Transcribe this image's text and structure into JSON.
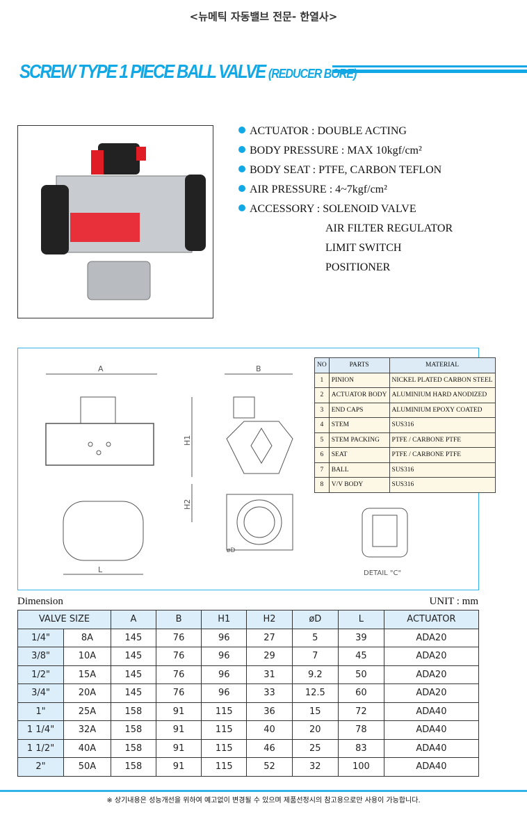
{
  "header": {
    "top_title": "<뉴메틱 자동밸브 전문- 한열사>",
    "title": "SCREW TYPE 1 PIECE BALL VALVE",
    "title_sub": "(REDUCER BORE)"
  },
  "specs": [
    {
      "text": "ACTUATOR : DOUBLE ACTING",
      "bullet": true
    },
    {
      "text": "BODY PRESSURE : MAX 10kgf/cm²",
      "bullet": true
    },
    {
      "text": "BODY SEAT : PTFE, CARBON TEFLON",
      "bullet": true
    },
    {
      "text": "AIR PRESSURE : 4~7kgf/cm²",
      "bullet": true
    },
    {
      "text": "ACCESSORY : SOLENOID VALVE",
      "bullet": true
    },
    {
      "text": "AIR FILTER REGULATOR",
      "bullet": false
    },
    {
      "text": "LIMIT SWITCH",
      "bullet": false
    },
    {
      "text": "POSITIONER",
      "bullet": false
    }
  ],
  "drawing": {
    "label_a": "A",
    "label_b": "B",
    "label_h1": "H1",
    "label_h2": "H2",
    "label_l": "L",
    "label_d": "øD",
    "detail": "DETAIL \"C\""
  },
  "parts": {
    "headers": [
      "NO",
      "PARTS",
      "MATERIAL"
    ],
    "rows": [
      [
        "1",
        "PINION",
        "NICKEL PLATED CARBON STEEL"
      ],
      [
        "2",
        "ACTUATOR BODY",
        "ALUMINIUM HARD  ANODIZED"
      ],
      [
        "3",
        "END CAPS",
        "ALUMINIUM EPOXY COATED"
      ],
      [
        "4",
        "STEM",
        "SUS316"
      ],
      [
        "5",
        "STEM PACKING",
        "PTFE / CARBONE  PTFE"
      ],
      [
        "6",
        "SEAT",
        "PTFE / CARBONE  PTFE"
      ],
      [
        "7",
        "BALL",
        "SUS316"
      ],
      [
        "8",
        "V/V BODY",
        "SUS316"
      ]
    ]
  },
  "dimension": {
    "label": "Dimension",
    "unit": "UNIT : mm",
    "headers": [
      "VALVE SIZE",
      "A",
      "B",
      "H1",
      "H2",
      "øD",
      "L",
      "ACTUATOR"
    ],
    "rows": [
      [
        "1/4\"",
        "8A",
        "145",
        "76",
        "96",
        "27",
        "5",
        "39",
        "ADA20"
      ],
      [
        "3/8\"",
        "10A",
        "145",
        "76",
        "96",
        "29",
        "7",
        "45",
        "ADA20"
      ],
      [
        "1/2\"",
        "15A",
        "145",
        "76",
        "96",
        "31",
        "9.2",
        "50",
        "ADA20"
      ],
      [
        "3/4\"",
        "20A",
        "145",
        "76",
        "96",
        "33",
        "12.5",
        "60",
        "ADA20"
      ],
      [
        "1\"",
        "25A",
        "158",
        "91",
        "115",
        "36",
        "15",
        "72",
        "ADA40"
      ],
      [
        "1 1/4\"",
        "32A",
        "158",
        "91",
        "115",
        "40",
        "20",
        "78",
        "ADA40"
      ],
      [
        "1 1/2\"",
        "40A",
        "158",
        "91",
        "115",
        "46",
        "25",
        "83",
        "ADA40"
      ],
      [
        "2\"",
        "50A",
        "158",
        "91",
        "115",
        "52",
        "32",
        "100",
        "ADA40"
      ]
    ]
  },
  "footer": "※ 상기내용은 성능개선을 위하여 예고없이 변경될 수 있으며 제품선정시의 참고용으로만 사용이 가능합니다."
}
